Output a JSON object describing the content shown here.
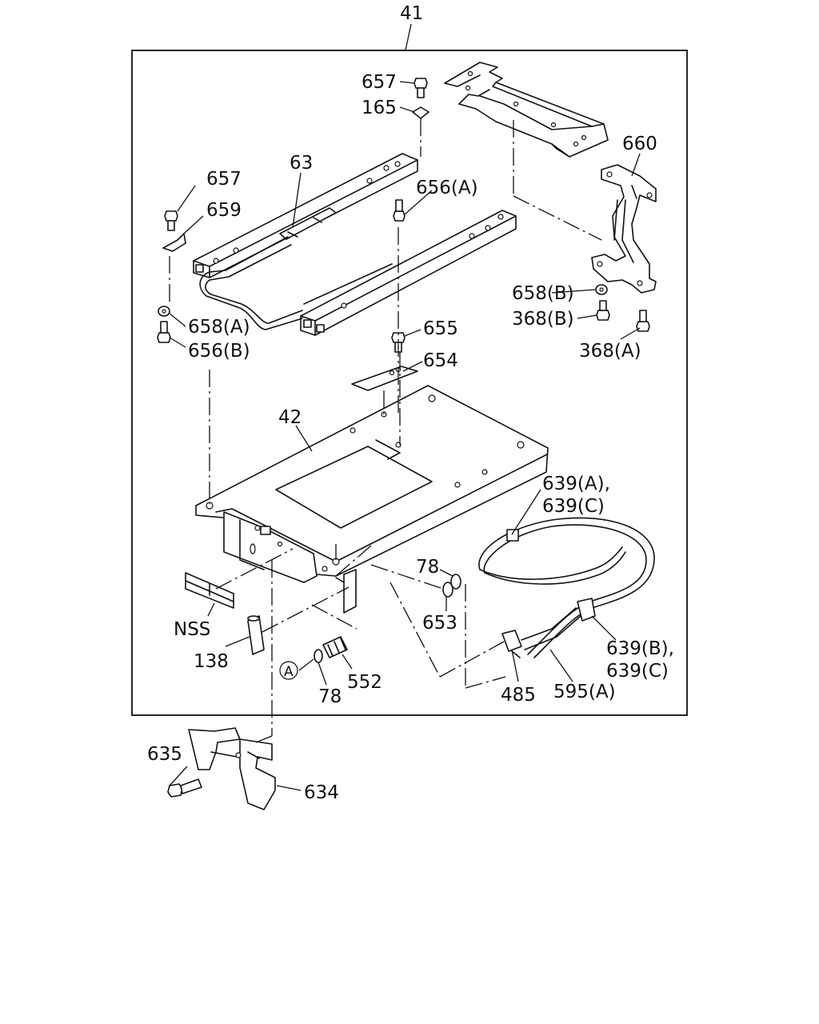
{
  "title_callout": "41",
  "labels": {
    "l657_top": "657",
    "l165": "165",
    "l63": "63",
    "l657_left": "657",
    "l659": "659",
    "l656a": "656(A)",
    "l658a": "658(A)",
    "l656b": "656(B)",
    "l655": "655",
    "l654": "654",
    "l42": "42",
    "l660": "660",
    "l658b": "658(B)",
    "l368b": "368(B)",
    "l368a": "368(A)",
    "l639a": "639(A),",
    "l639c_top": "639(C)",
    "l78_top": "78",
    "l653": "653",
    "l639b": "639(B),",
    "l639c_bottom": "639(C)",
    "lnss": "NSS",
    "l138": "138",
    "l552": "552",
    "l78_bottom": "78",
    "lcircle_a": "A",
    "l485": "485",
    "l595a": "595(A)",
    "l635": "635",
    "l634": "634"
  },
  "icons": [
    "bolt-icon",
    "nut-icon",
    "clamp-icon",
    "connector-icon",
    "grommet-icon"
  ]
}
